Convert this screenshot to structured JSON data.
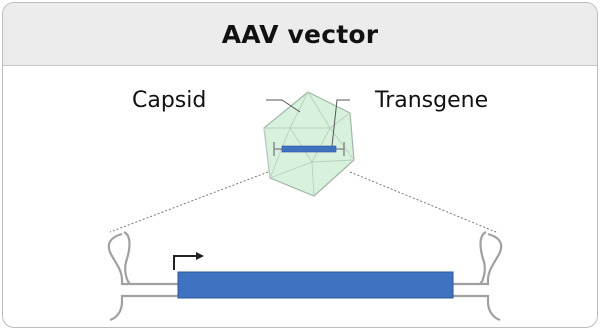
{
  "header": {
    "title": "AAV vector"
  },
  "labels": {
    "capsid": "Capsid",
    "transgene": "Transgene"
  },
  "colors": {
    "capsid_fill": "#d3efd9",
    "capsid_stroke": "#9fb8a6",
    "transgene_fill": "#3f73c1",
    "itr_stroke": "#a0a0a0",
    "promoter_arrow": "#222222"
  }
}
